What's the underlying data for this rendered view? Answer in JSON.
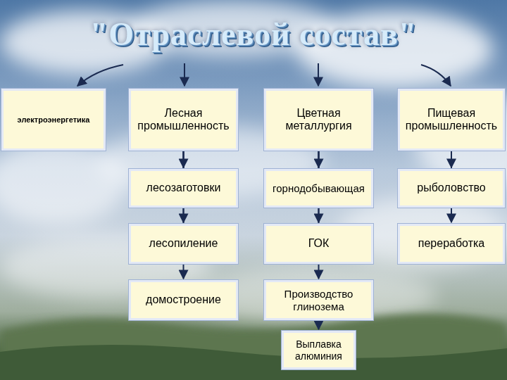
{
  "diagram": {
    "title": "\"Отраслевой состав\"",
    "nodes": [
      {
        "text": [
          "электроэнергетика"
        ]
      },
      {
        "text": [
          "Лесная промышленность"
        ]
      },
      {
        "text": [
          "Цветная металлургия"
        ]
      },
      {
        "text": [
          "Пищевая промышленность"
        ]
      },
      {
        "text": [
          "лесозаготовки"
        ]
      },
      {
        "text": [
          "горнодобывающая"
        ]
      },
      {
        "text": [
          "рыболовство"
        ]
      },
      {
        "text": [
          "лесопиление"
        ]
      },
      {
        "text": [
          "ГОК"
        ]
      },
      {
        "text": [
          "переработка"
        ]
      },
      {
        "text": [
          "домостроение"
        ]
      },
      {
        "text": [
          "Производство глинозема"
        ]
      },
      {
        "text": [
          "Выплавка алюминия"
        ]
      }
    ],
    "edges": [
      {
        "from": 1,
        "to": 4,
        "arrow": "to"
      },
      {
        "from": 1,
        "to": 7,
        "arrow": "to"
      },
      {
        "from": 1,
        "to": 10,
        "arrow": "to"
      },
      {
        "from": 2,
        "to": 5,
        "arrow": "to"
      },
      {
        "from": 2,
        "to": 8,
        "arrow": "to"
      },
      {
        "from": 2,
        "to": 11,
        "arrow": "to"
      },
      {
        "from": 3,
        "to": 6,
        "arrow": "to"
      },
      {
        "from": 3,
        "to": 9,
        "arrow": "to"
      },
      {
        "from": 11,
        "to": 12,
        "arrow": "to"
      }
    ]
  }
}
